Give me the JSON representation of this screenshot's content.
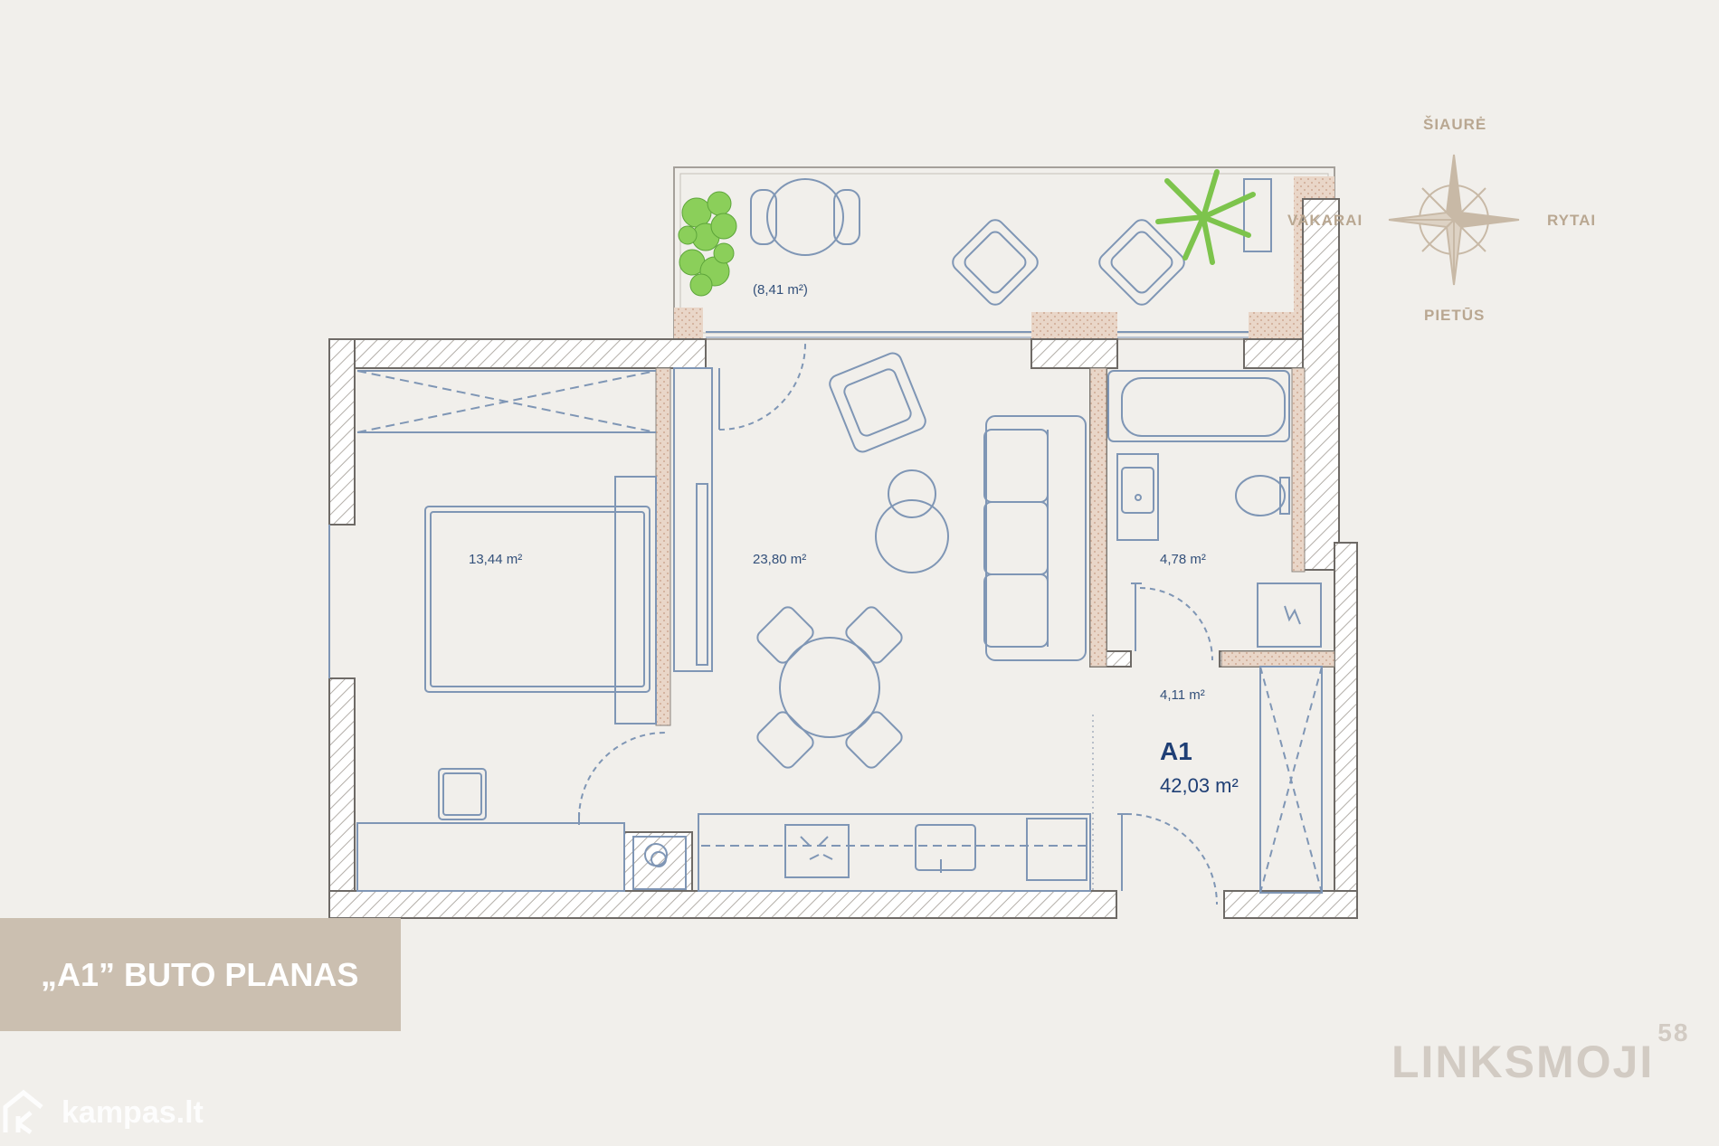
{
  "rooms": {
    "balcony_area": "(8,41 m²)",
    "bedroom_area": "13,44 m²",
    "living_area": "23,80 m²",
    "bathroom_area": "4,78 m²",
    "hall_area": "4,11 m²"
  },
  "apartment": {
    "id": "A1",
    "area": "42,03 m²"
  },
  "compass": {
    "north": "ŠIAURĖ",
    "west": "VAKARAI",
    "east": "RYTAI",
    "south": "PIETŪS"
  },
  "title": "„A1” BUTO PLANAS",
  "brand": {
    "name": "LINKSMOJI",
    "number": "58"
  },
  "watermark": "kampas.lt",
  "colors": {
    "background": "#f1efeb",
    "wall": "#6e6a66",
    "fixtures": "#7f96b5",
    "accent": "#cbbfb0",
    "compass": "#c8b9a6",
    "plants": "#8bcf5a"
  },
  "icons": [
    "compass-rose-icon",
    "plant-icon",
    "home-icon"
  ]
}
